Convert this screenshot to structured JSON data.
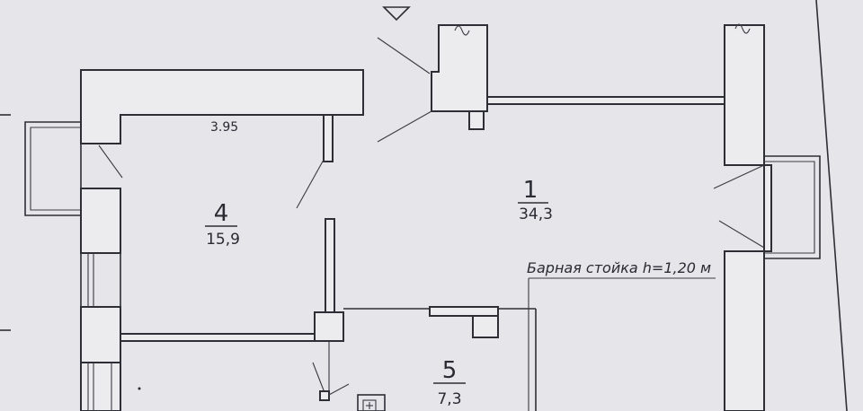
{
  "rooms": [
    {
      "number": "1",
      "area": "34,3"
    },
    {
      "number": "4",
      "area": "15,9"
    },
    {
      "number": "5",
      "area": "7,3"
    }
  ],
  "dimension": "3.95",
  "bar_note": "Барная стойка h=1,20 м"
}
